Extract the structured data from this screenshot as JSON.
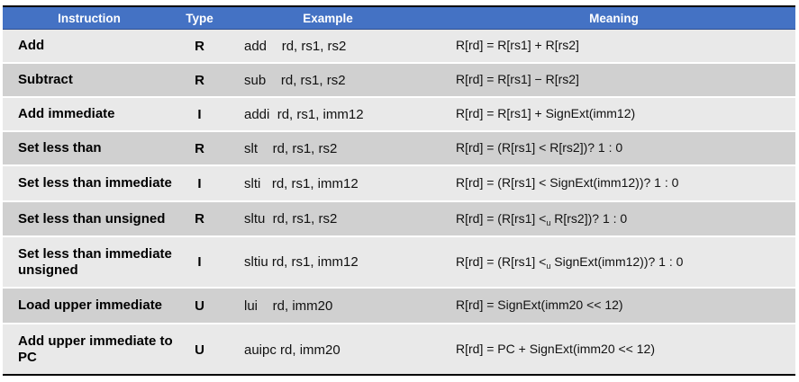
{
  "header": {
    "instruction": "Instruction",
    "type": "Type",
    "example": "Example",
    "meaning": "Meaning"
  },
  "rows": [
    {
      "instruction": "Add",
      "type": "R",
      "example": "add    rd, rs1, rs2",
      "meaning_pre": "R[rd] = R[rs1] + R[rs2]",
      "meaning_sub": "",
      "meaning_post": ""
    },
    {
      "instruction": "Subtract",
      "type": "R",
      "example": "sub    rd, rs1, rs2",
      "meaning_pre": "R[rd] = R[rs1] − R[rs2]",
      "meaning_sub": "",
      "meaning_post": ""
    },
    {
      "instruction": "Add immediate",
      "type": "I",
      "example": "addi  rd, rs1, imm12",
      "meaning_pre": "R[rd] = R[rs1] + SignExt(imm12)",
      "meaning_sub": "",
      "meaning_post": ""
    },
    {
      "instruction": "Set less than",
      "type": "R",
      "example": "slt    rd, rs1, rs2",
      "meaning_pre": "R[rd] = (R[rs1] < R[rs2])? 1 : 0",
      "meaning_sub": "",
      "meaning_post": ""
    },
    {
      "instruction": "Set less than immediate",
      "type": "I",
      "example": "slti   rd, rs1, imm12",
      "meaning_pre": "R[rd] = (R[rs1] < SignExt(imm12))? 1 : 0",
      "meaning_sub": "",
      "meaning_post": ""
    },
    {
      "instruction": "Set less than unsigned",
      "type": "R",
      "example": "sltu  rd, rs1, rs2",
      "meaning_pre": "R[rd] = (R[rs1] <",
      "meaning_sub": "u",
      "meaning_post": " R[rs2])? 1 : 0"
    },
    {
      "instruction": "Set less than immediate unsigned",
      "type": "I",
      "example": "sltiu rd, rs1, imm12",
      "meaning_pre": "R[rd] = (R[rs1] <",
      "meaning_sub": "u",
      "meaning_post": " SignExt(imm12))? 1 : 0"
    },
    {
      "instruction": "Load upper immediate",
      "type": "U",
      "example": "lui    rd, imm20",
      "meaning_pre": "R[rd] = SignExt(imm20 << 12)",
      "meaning_sub": "",
      "meaning_post": ""
    },
    {
      "instruction": "Add upper immediate to PC",
      "type": "U",
      "example": "auipc rd, imm20",
      "meaning_pre": "R[rd] = PC + SignExt(imm20 << 12)",
      "meaning_sub": "",
      "meaning_post": ""
    }
  ]
}
